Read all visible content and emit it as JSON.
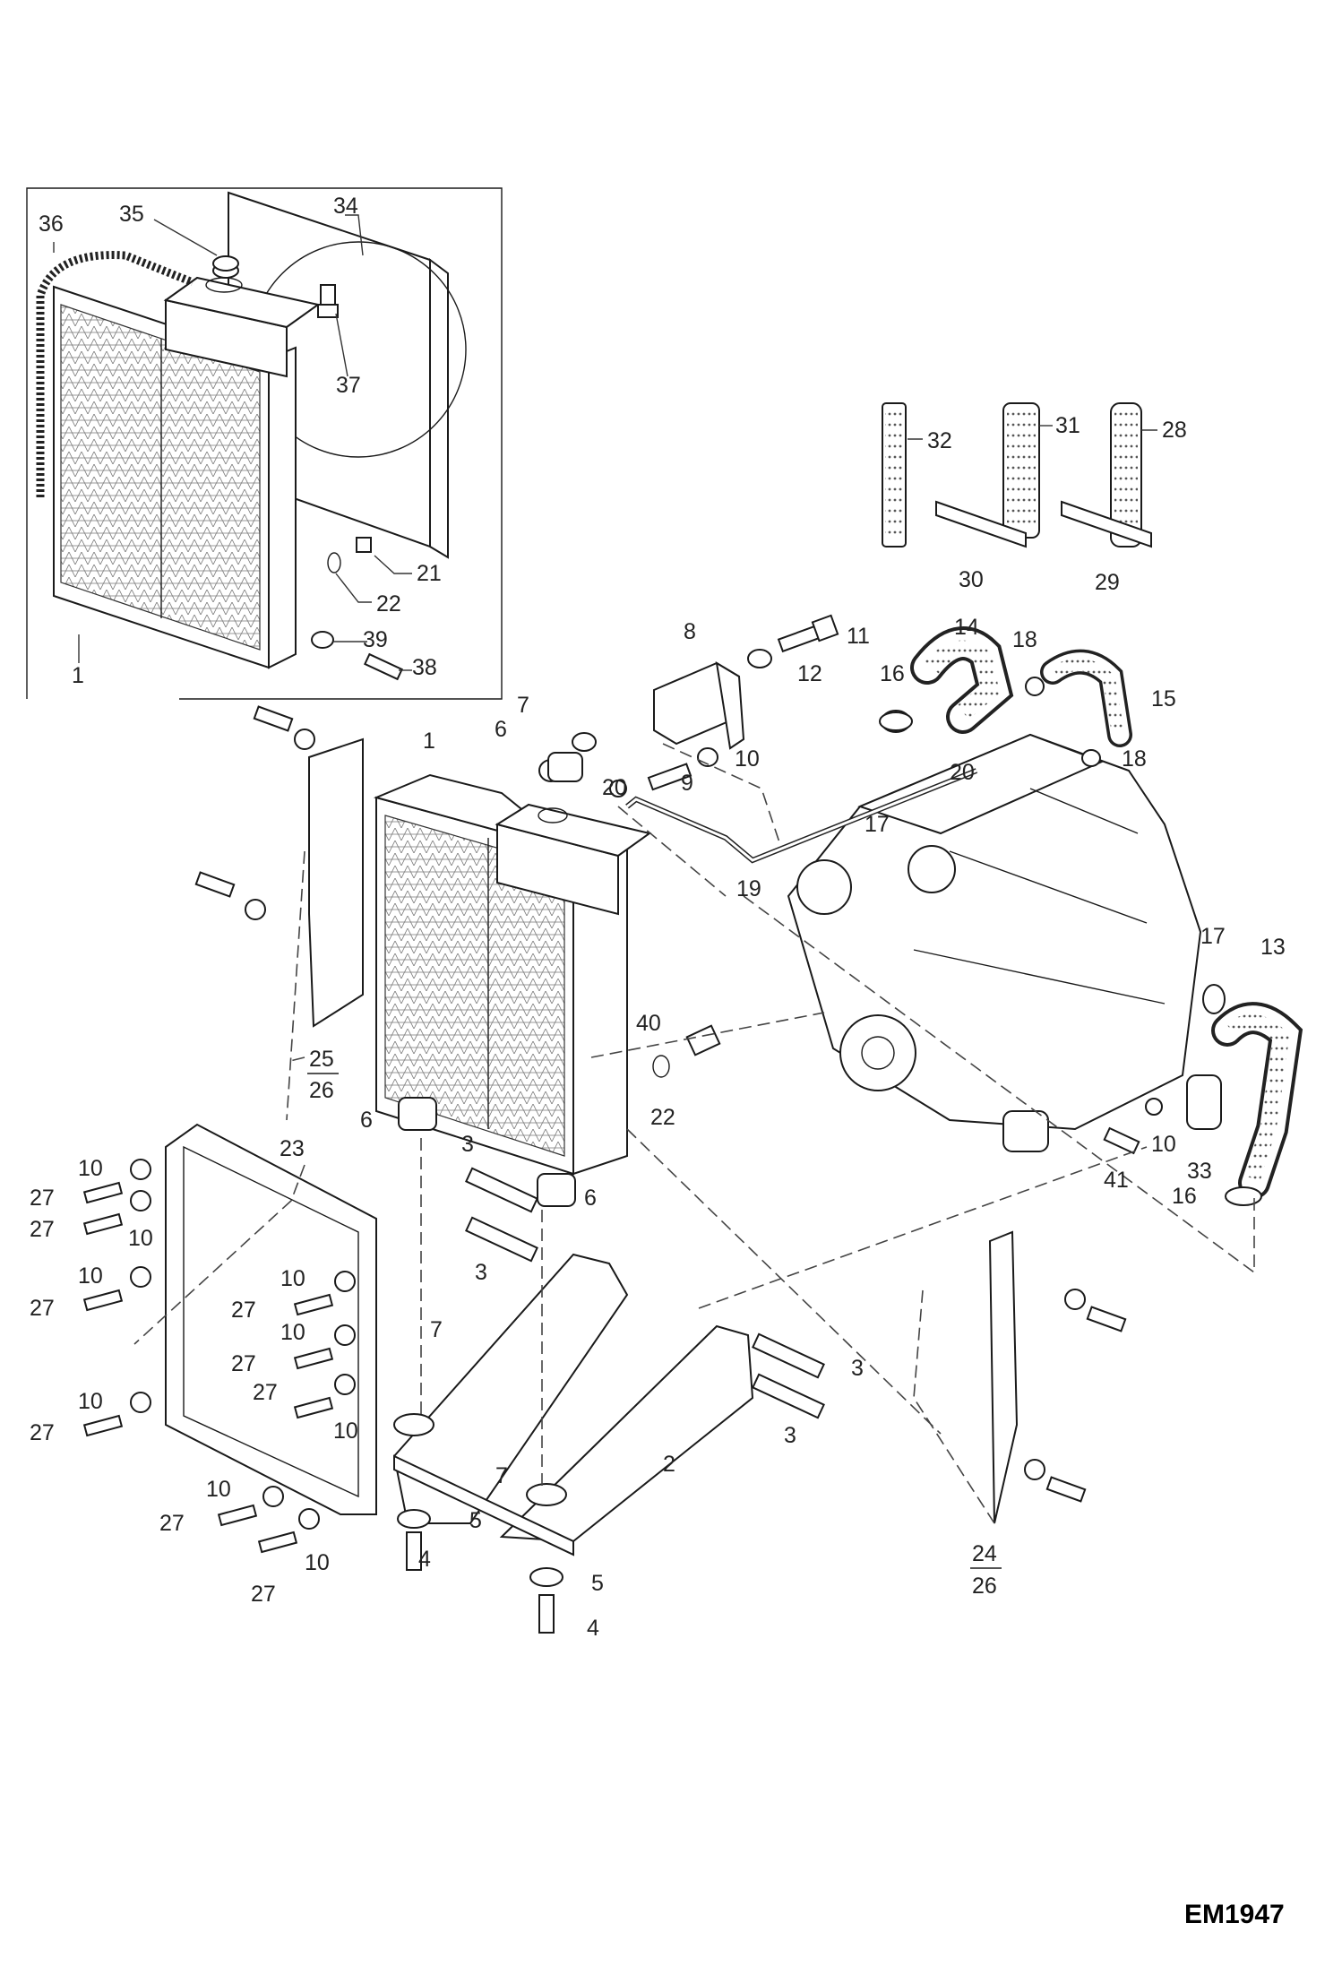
{
  "drawing_code": "EM1947",
  "callouts": {
    "c1": "1",
    "c2": "2",
    "c3": "3",
    "c4": "4",
    "c5": "5",
    "c6": "6",
    "c7": "7",
    "c8": "8",
    "c9": "9",
    "c10": "10",
    "c11": "11",
    "c12": "12",
    "c13": "13",
    "c14": "14",
    "c15": "15",
    "c16": "16",
    "c17": "17",
    "c18": "18",
    "c19": "19",
    "c20": "20",
    "c21": "21",
    "c22": "22",
    "c23": "23",
    "c24": "24",
    "c25": "25",
    "c26": "26",
    "c27": "27",
    "c28": "28",
    "c29": "29",
    "c30": "30",
    "c31": "31",
    "c32": "32",
    "c33": "33",
    "c34": "34",
    "c35": "35",
    "c36": "36",
    "c37": "37",
    "c38": "38",
    "c39": "39",
    "c40": "40",
    "c41": "41"
  }
}
